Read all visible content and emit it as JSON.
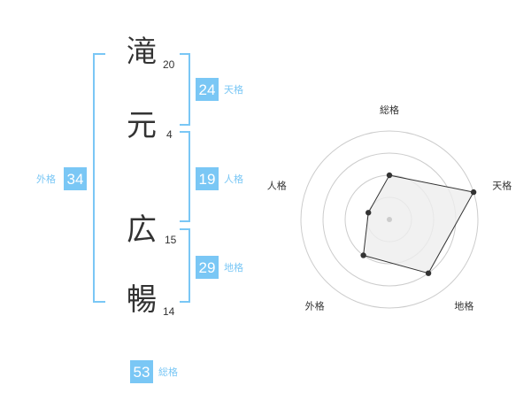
{
  "name": {
    "characters": [
      {
        "char": "滝",
        "strokes": "20"
      },
      {
        "char": "元",
        "strokes": "4"
      },
      {
        "char": "広",
        "strokes": "15"
      },
      {
        "char": "暢",
        "strokes": "14"
      }
    ]
  },
  "fortunes": {
    "tenkaku": {
      "value": "24",
      "label": "天格"
    },
    "jinkaku": {
      "value": "19",
      "label": "人格"
    },
    "chikaku": {
      "value": "29",
      "label": "地格"
    },
    "gaikaku": {
      "value": "34",
      "label": "外格"
    },
    "soukaku": {
      "value": "53",
      "label": "総格"
    }
  },
  "chart_data": {
    "type": "radar",
    "axes": [
      "総格",
      "天格",
      "地格",
      "外格",
      "人格"
    ],
    "levels": 4,
    "values": [
      2,
      4,
      3,
      2,
      1
    ],
    "max": 4,
    "colors": {
      "fill": "#eeeeee",
      "stroke": "#333333",
      "grid": "#cccccc",
      "point": "#333333",
      "center": "#cccccc"
    }
  }
}
